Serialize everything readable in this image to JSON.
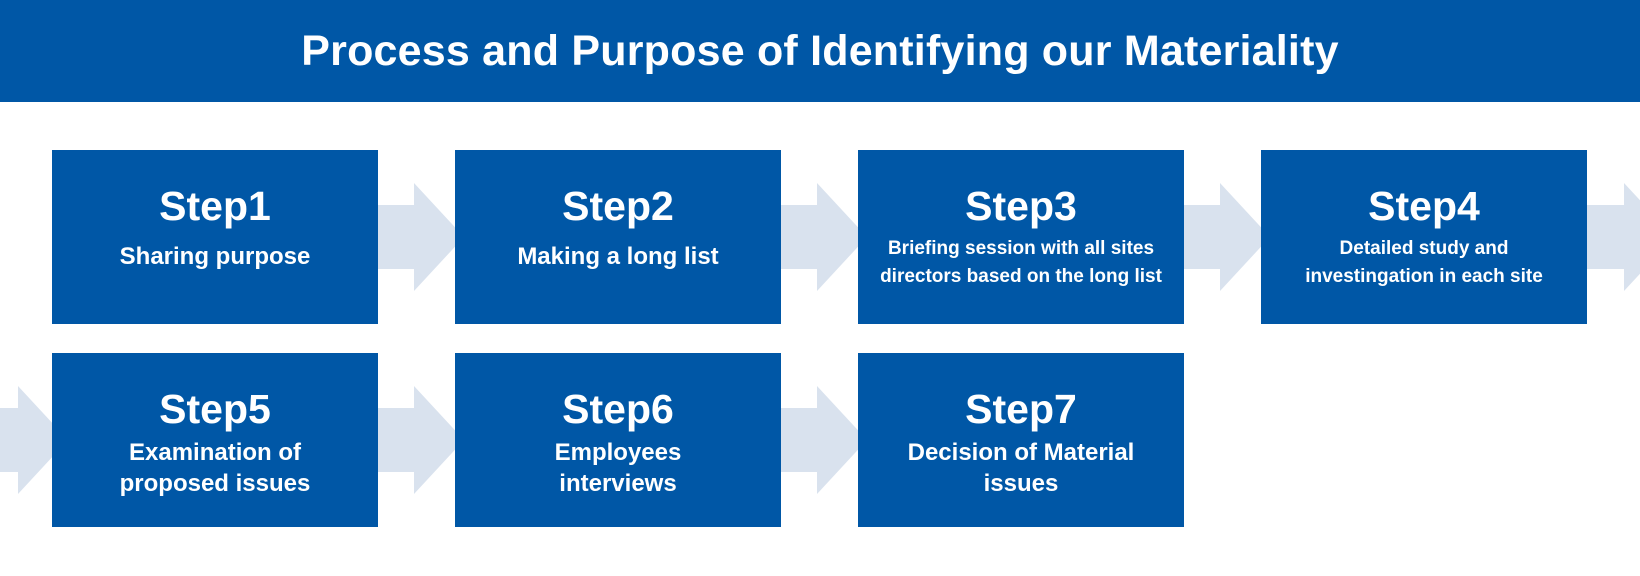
{
  "header": {
    "title": "Process and Purpose of Identifying our Materiality"
  },
  "colors": {
    "primary": "#0057a6",
    "arrow": "#d9e2ee",
    "text": "#ffffff"
  },
  "steps": [
    {
      "title": "Step1",
      "description": "Sharing purpose"
    },
    {
      "title": "Step2",
      "description": "Making a long list"
    },
    {
      "title": "Step3",
      "description": "Briefing session with all sites\ndirectors based on the long list"
    },
    {
      "title": "Step4",
      "description": "Detailed study and\ninvestingation in each site"
    },
    {
      "title": "Step5",
      "description": "Examination of\nproposed issues"
    },
    {
      "title": "Step6",
      "description": "Employees\ninterviews"
    },
    {
      "title": "Step7",
      "description": "Decision of Material\nissues"
    }
  ]
}
